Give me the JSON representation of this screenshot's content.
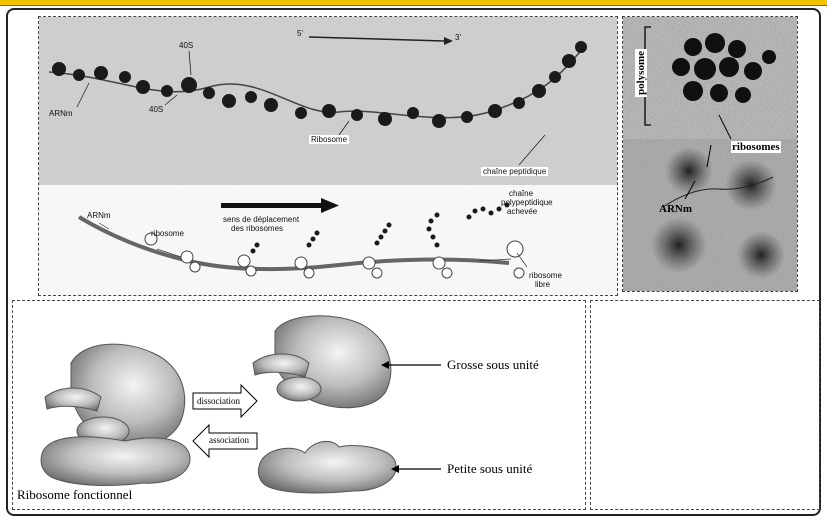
{
  "micrograph": {
    "labels": {
      "arnm": "ARNm",
      "s40_top": "40S",
      "s40_bottom": "40S",
      "ribosome": "Ribosome",
      "chaine_peptidique": "chaîne peptidique",
      "direction_5": "5'",
      "direction_3": "3'"
    }
  },
  "diagram_strip": {
    "labels": {
      "arnm": "ARNm",
      "ribosome": "ribosome",
      "sens_line1": "sens de déplacement",
      "sens_line2": "des ribosomes",
      "chaine_line1": "chaîne",
      "chaine_line2": "polypeptidique",
      "chaine_line3": "achevée",
      "libre_line1": "ribosome",
      "libre_line2": "libre"
    }
  },
  "polysome_photo": {
    "labels": {
      "polysome": "polysome",
      "ribosomes": "ribosomes",
      "arnm": "ARNm"
    }
  },
  "ribosome_panel": {
    "labels": {
      "grosse": "Grosse sous unité",
      "petite": "Petite sous unité",
      "fonctionnel": "Ribosome fonctionnel",
      "dissociation": "dissociation",
      "association": "association"
    }
  }
}
